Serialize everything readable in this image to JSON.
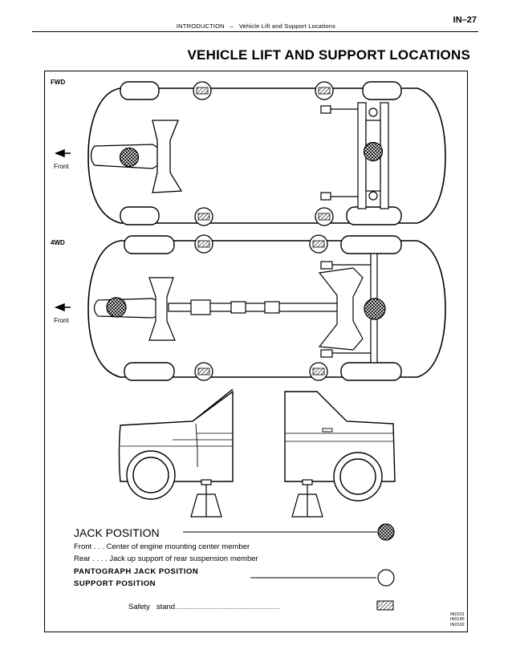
{
  "header": {
    "section": "INTRODUCTION",
    "dash": "–",
    "subsection": "Vehicle Lift and Support Locations",
    "page": "IN–27"
  },
  "title": "VEHICLE LIFT AND SUPPORT LOCATIONS",
  "diagram": {
    "fwd_label": "FWD",
    "awd_label": "4WD",
    "front_label_1": "Front",
    "front_label_2": "Front"
  },
  "legend": {
    "jack_position": "JACK POSITION",
    "front_desc": "Front . . . Center of engine mounting center member",
    "rear_desc": "Rear . . . . Jack up support of rear suspension member",
    "pantograph": "PANTOGRAPH JACK POSITION",
    "support": "SUPPORT POSITION",
    "safety_label": "Safety   stand",
    "safety_dots": "..................................................................."
  },
  "codes": [
    "IN0101",
    "IN0145",
    "IN0102"
  ],
  "colors": {
    "ink": "#000000",
    "paper": "#ffffff"
  }
}
